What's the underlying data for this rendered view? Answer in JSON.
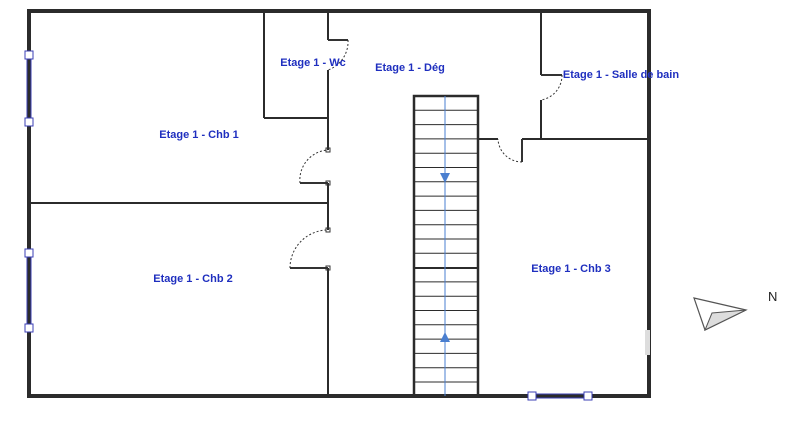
{
  "plan": {
    "rooms": [
      {
        "id": "wc",
        "label": "Etage 1 - Wc"
      },
      {
        "id": "deg",
        "label": "Etage 1 - Dég"
      },
      {
        "id": "sdb",
        "label": "Etage 1 - Salle de bain"
      },
      {
        "id": "chb1",
        "label": "Etage 1 - Chb 1"
      },
      {
        "id": "chb2",
        "label": "Etage 1 - Chb 2"
      },
      {
        "id": "chb3",
        "label": "Etage 1 - Chb 3"
      }
    ],
    "compass": {
      "label": "N",
      "icon": "north-arrow-icon"
    },
    "colors": {
      "wall": "#2b2b2b",
      "label": "#1f2fbf",
      "window": "#3b3fb5",
      "stair_arrow": "#4a7fd0",
      "door": "#333333"
    }
  }
}
